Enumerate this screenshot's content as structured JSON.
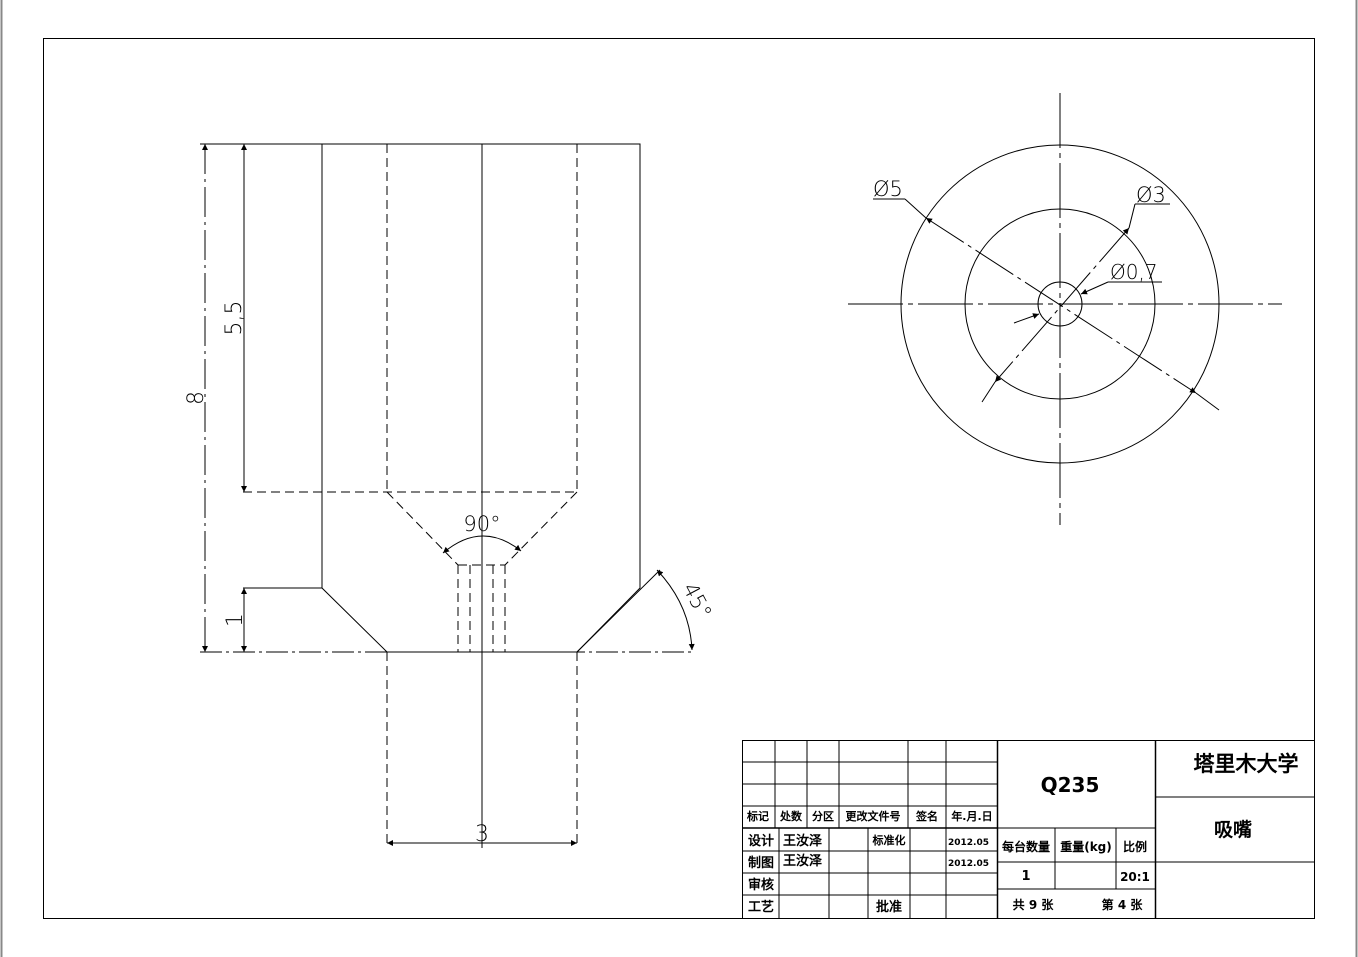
{
  "front_view": {
    "dims": {
      "total_height": "8",
      "bore_depth": "5,5",
      "chamfer_height": "1",
      "bottom_width": "3",
      "cone_angle": "90°",
      "chamfer_angle": "45°"
    }
  },
  "side_view": {
    "dims": {
      "outer_diameter": "Ø5",
      "middle_diameter": "Ø3",
      "hole_diameter": "Ø0,7"
    }
  },
  "title_block": {
    "rev_headers": [
      "标记",
      "处数",
      "分区",
      "更改文件号",
      "签名",
      "年.月.日"
    ],
    "roles": {
      "design": "设计",
      "draw": "制图",
      "review": "审核",
      "process": "工艺",
      "standard": "标准化",
      "approve": "批准"
    },
    "designer": "王汝泽",
    "drafter": "王汝泽",
    "design_date": "2012.05",
    "draw_date": "2012.05",
    "material": "Q235",
    "qty_label": "每台数量",
    "weight_label": "重量(kg)",
    "scale_label": "比例",
    "qty": "1",
    "weight": "",
    "scale": "20:1",
    "total_sheets": "共 9 张",
    "sheet_no": "第 4 张",
    "school": "塔里木大学",
    "part_name": "吸嘴"
  }
}
